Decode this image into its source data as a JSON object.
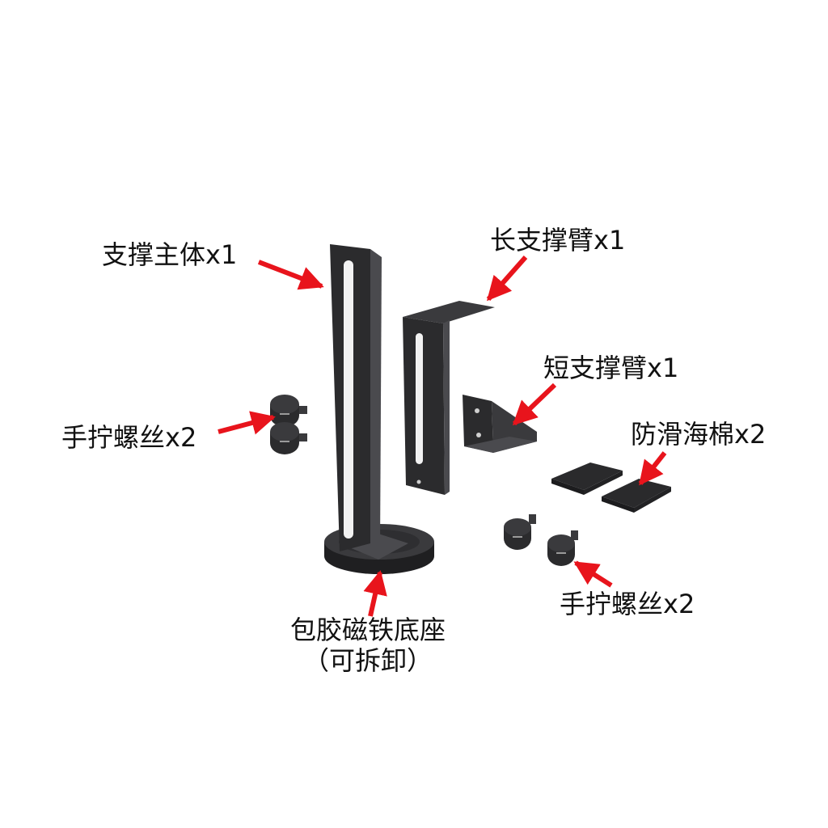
{
  "labels": {
    "main_body": "支撑主体x1",
    "long_arm": "长支撑臂x1",
    "short_arm": "短支撑臂x1",
    "pads": "防滑海棉x2",
    "screws_left": "手拧螺丝x2",
    "screws_right": "手拧螺丝x2",
    "base_line1": "包胶磁铁底座",
    "base_line2": "（可拆卸）"
  },
  "colors": {
    "background": "#ffffff",
    "text": "#111111",
    "arrow": "#e8141c",
    "metal_dark": "#2b2b2d",
    "metal_mid": "#3a3a3d",
    "metal_light": "#4a4a4e",
    "slot": "#f2f2f2"
  },
  "icons": {
    "arrow": "red-arrow-icon",
    "screw": "thumb-screw-icon",
    "pad": "foam-pad-icon"
  }
}
